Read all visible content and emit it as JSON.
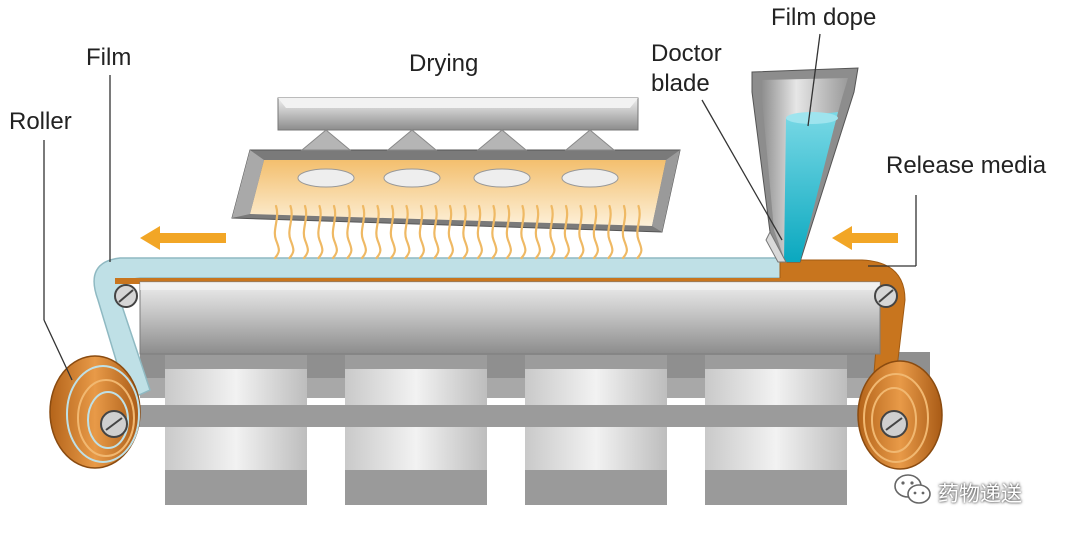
{
  "labels": {
    "film_dope": "Film dope",
    "film": "Film",
    "drying": "Drying",
    "doctor_blade_line1": "Doctor",
    "doctor_blade_line2": "blade",
    "roller": "Roller",
    "release_media": "Release media"
  },
  "watermark": {
    "text": "药物递送",
    "icon": "wechat-icon"
  },
  "colors": {
    "film": "#bfe0e6",
    "film_dope": "#23b8cc",
    "release_media": "#c8751e",
    "arrow": "#f2a626",
    "drying_glow": "#f6c983",
    "metal": "#b9b9b9"
  }
}
